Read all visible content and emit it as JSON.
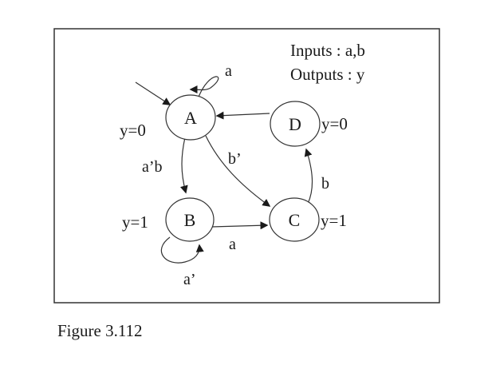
{
  "legend": {
    "inputs": "Inputs : a,b",
    "outputs": "Outputs : y"
  },
  "states": {
    "A": {
      "label": "A",
      "output": "y=0"
    },
    "B": {
      "label": "B",
      "output": "y=1"
    },
    "C": {
      "label": "C",
      "output": "y=1"
    },
    "D": {
      "label": "D",
      "output": "y=0"
    }
  },
  "transitions": {
    "A_A": "a",
    "A_B": "a’b",
    "A_C": "b’",
    "B_B": "a’",
    "B_C": "a",
    "C_D": "b"
  },
  "caption": "Figure 3.112"
}
